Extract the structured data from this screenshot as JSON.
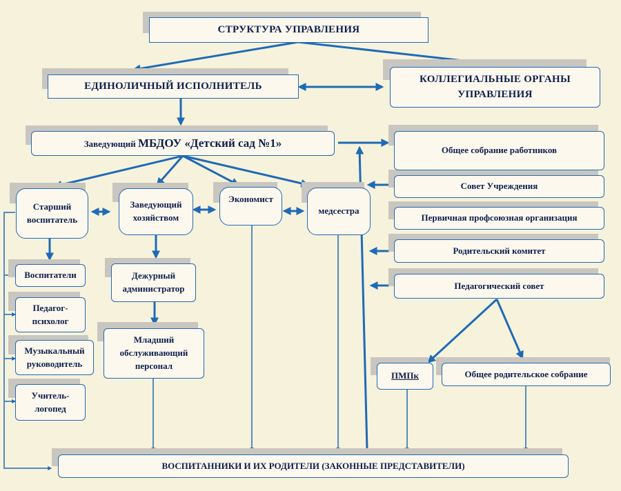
{
  "title": "СТРУКТУРА  УПРАВЛЕНИЯ",
  "sole_executive": "ЕДИНОЛИЧНЫЙ ИСПОЛНИТЕЛЬ",
  "collegial_bodies": "КОЛЛЕГИАЛЬНЫЕ ОРГАНЫ УПРАВЛЕНИЯ",
  "head": {
    "prefix": "Заведующий ",
    "name": "МБДОУ «Детский сад №1»"
  },
  "senior_educator": "Старший воспитатель",
  "facilities_manager": "Заведующий хозяйством",
  "economist": "Экономист",
  "nurse": "медсестра",
  "educators": "Воспитатели",
  "psychologist": "Педагог-психолог",
  "music_director": "Музыкальный руководитель",
  "speech_therapist": "Учитель-логопед",
  "duty_admin": "Дежурный администратор",
  "junior_staff": "Младший обслуживающий персонал",
  "general_meeting": "Общее собрание работников",
  "council": "Совет Учреждения",
  "union": "Первичная профсоюзная организация",
  "parent_committee": "Родительский комитет",
  "ped_council": "Педагогический совет",
  "pmpk": "ПМПк",
  "parent_meeting": "Общее родительское собрание",
  "pupils": "ВОСПИТАННИКИ  И ИХ РОДИТЕЛИ (ЗАКОННЫЕ  ПРЕДСТАВИТЕЛИ)",
  "colors": {
    "line": "#1f6ab5",
    "box_border": "#1f6ab5",
    "box_fill": "#fdf8ee",
    "text": "#0d1f4d",
    "background": "#f6f2dc",
    "shadow": "#c9c6c0"
  }
}
